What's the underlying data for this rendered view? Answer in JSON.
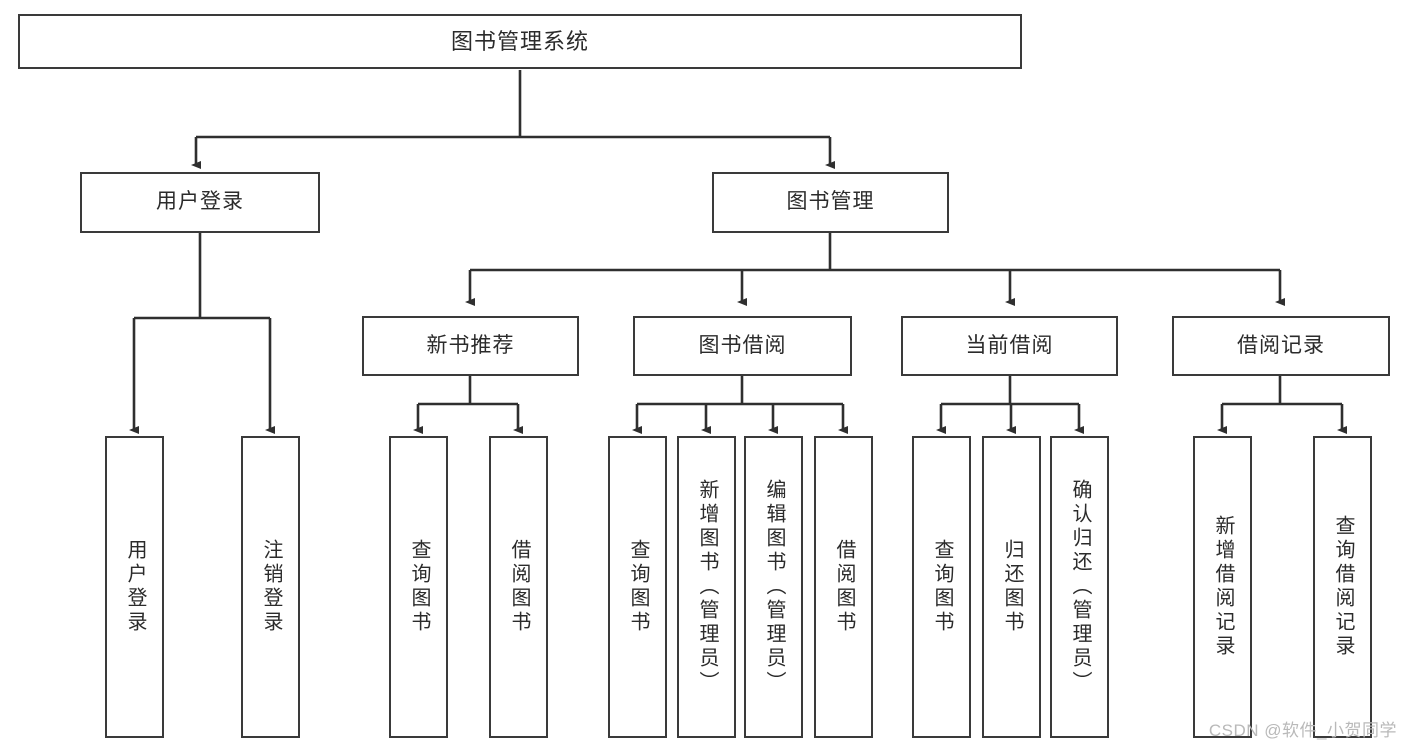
{
  "diagram": {
    "type": "tree",
    "title": "图书管理系统",
    "stroke_color": "#3a3a3a",
    "text_color": "#2b2b2b",
    "background_color": "#ffffff",
    "nodes": {
      "root": {
        "label": "图书管理系统"
      },
      "level2": [
        {
          "label": "用户登录"
        },
        {
          "label": "图书管理"
        }
      ],
      "level3": [
        {
          "label": "新书推荐"
        },
        {
          "label": "图书借阅"
        },
        {
          "label": "当前借阅"
        },
        {
          "label": "借阅记录"
        }
      ],
      "leaves": [
        {
          "label": "用户登录",
          "parent": "用户登录"
        },
        {
          "label": "注销登录",
          "parent": "用户登录"
        },
        {
          "label": "查询图书",
          "parent": "新书推荐"
        },
        {
          "label": "借阅图书",
          "parent": "新书推荐"
        },
        {
          "label": "查询图书",
          "parent": "图书借阅"
        },
        {
          "label": "新增图书（管理员）",
          "parent": "图书借阅"
        },
        {
          "label": "编辑图书（管理员）",
          "parent": "图书借阅"
        },
        {
          "label": "借阅图书",
          "parent": "图书借阅"
        },
        {
          "label": "查询图书",
          "parent": "当前借阅"
        },
        {
          "label": "归还图书",
          "parent": "当前借阅"
        },
        {
          "label": "确认归还（管理员）",
          "parent": "当前借阅"
        },
        {
          "label": "新增借阅记录",
          "parent": "借阅记录"
        },
        {
          "label": "查询借阅记录",
          "parent": "借阅记录"
        }
      ]
    }
  },
  "watermark": {
    "text": "CSDN @软件_小贺同学"
  }
}
